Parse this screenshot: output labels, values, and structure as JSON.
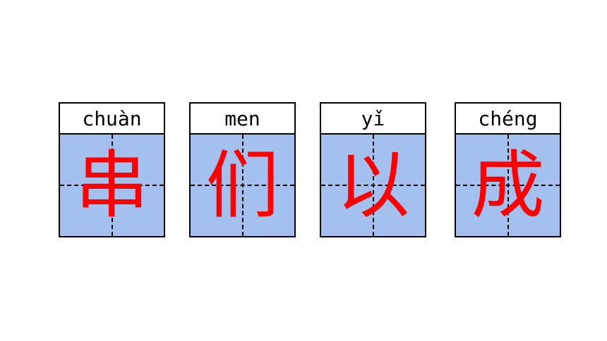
{
  "colors": {
    "character": "#ff0000",
    "grid_fill": "#a3c0ef",
    "border": "#000000",
    "pinyin_text": "#000000"
  },
  "cards": [
    {
      "pinyin": "chuàn",
      "character": "串"
    },
    {
      "pinyin": "men",
      "character": "们"
    },
    {
      "pinyin": "yǐ",
      "character": "以"
    },
    {
      "pinyin": "chéng",
      "character": "成"
    }
  ]
}
